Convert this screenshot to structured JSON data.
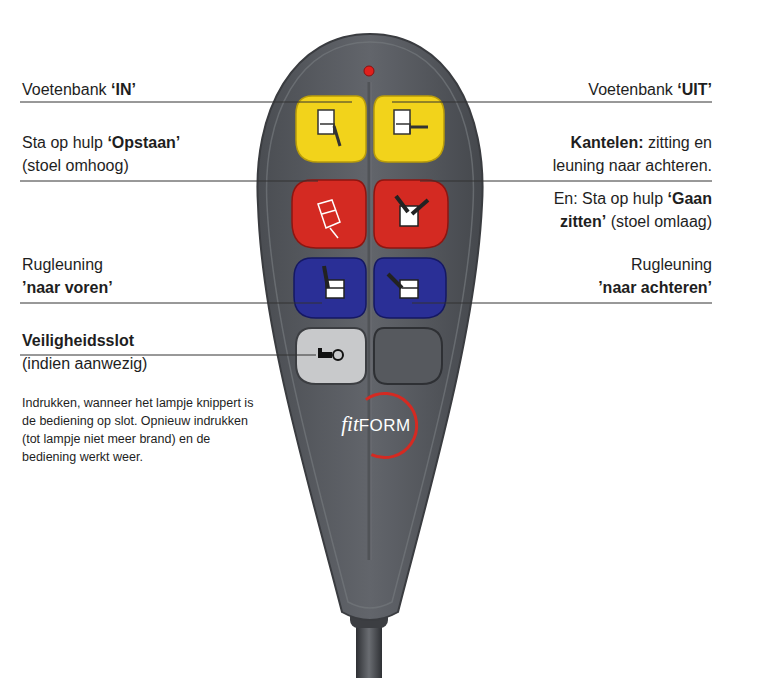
{
  "diagram": {
    "labels": [
      "Voetenbank",
      "‘IN’",
      "Voetenbank",
      "‘UIT’",
      "Sta op hulp",
      "‘Opstaan’",
      "(stoel omhoog)",
      "Kantelen:",
      "zitting en leuning naar achteren.",
      "En: Sta op hulp",
      "‘Gaan zitten’",
      "(stoel omlaag)",
      "Rugleuning",
      "’naar voren’",
      "Rugleuning",
      "’naar achteren’",
      "Veiligheidsslot",
      "(indien aanwezig)",
      "Indrukken, wanneer het lampje knippert is de bediening op slot. Opnieuw indrukken (tot lampje niet meer brand) en de bediening werkt weer.",
      "fit",
      "FORM"
    ]
  }
}
